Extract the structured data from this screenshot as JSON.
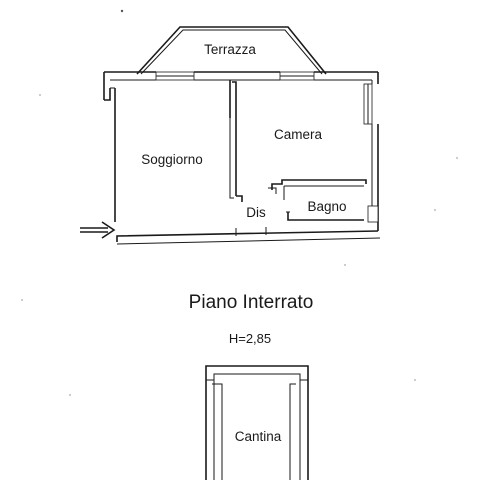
{
  "floor_plan": {
    "rooms": {
      "terrace": "Terrazza",
      "living": "Soggiorno",
      "bedroom": "Camera",
      "hallway": "Dis",
      "bathroom": "Bagno",
      "cellar": "Cantina"
    },
    "basement_title": "Piano Interrato",
    "basement_height": "H=2,85"
  },
  "colors": {
    "ink": "#1a1a1a",
    "paper": "#ffffff"
  },
  "icons": {
    "entrance": "entrance-arrow-icon"
  }
}
